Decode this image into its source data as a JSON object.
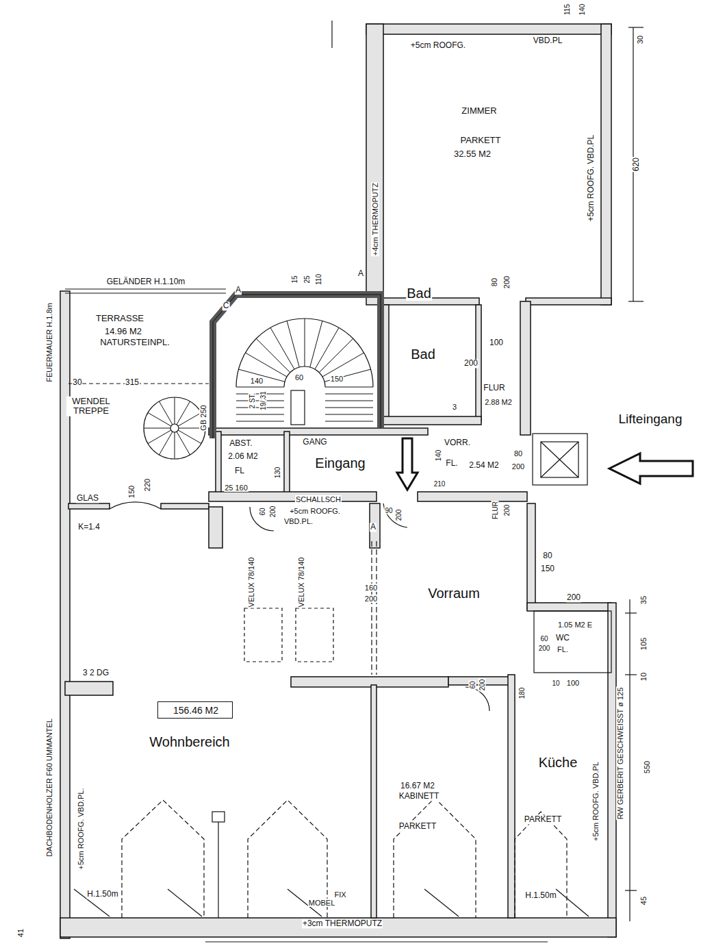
{
  "diagram": {
    "nodes": [
      {
        "text": [
          "ZIMMER",
          "PARKETT",
          "32.55 M2"
        ]
      },
      {
        "text": [
          "Bad",
          "Bad"
        ]
      },
      {
        "text": [
          "FLUR",
          "2.88 M2"
        ]
      },
      {
        "text": [
          "TERRASSE",
          "14.96 M2",
          "NATURSTEINPL."
        ]
      },
      {
        "text": [
          "WENDEL TREPPE"
        ]
      },
      {
        "text": [
          "ABST.",
          "2.06 M2",
          "FL"
        ]
      },
      {
        "text": [
          "GANG",
          "Eingang"
        ]
      },
      {
        "text": [
          "VORR.",
          "FL.",
          "2.54 M2"
        ]
      },
      {
        "text": [
          "Vorraum"
        ]
      },
      {
        "text": [
          "1.05 M2 E",
          "WC",
          "FL."
        ]
      },
      {
        "text": [
          "Wohnbereich"
        ]
      },
      {
        "text": [
          "156.46 M2"
        ],
        "in": 10
      },
      {
        "text": [
          "16.67 M2",
          "KABINETT",
          "PARKETT"
        ]
      },
      {
        "text": [
          "Küche",
          "PARKETT"
        ]
      }
    ],
    "labels": [
      "115",
      "140",
      "+5cm ROOFG.",
      "VBD.PL",
      "30",
      "620",
      "+5cm ROOFG. VBD.PL",
      "+4cm THERMOPUTZ",
      "GELÄNDER H.1.10m",
      "FEUERMAUER H.1.8m",
      "15",
      "25",
      "110",
      "A",
      "C",
      "A",
      "80",
      "200",
      "100",
      "200",
      "3",
      "30",
      "315",
      "140",
      "60",
      "150",
      "2 ST.",
      "19/.31",
      "GB 250",
      "130",
      "25 160",
      "140",
      "210",
      "80",
      "200",
      "Lifteingang",
      "150",
      "220",
      "GLAS",
      "K=1.4",
      "SCHALLSCH",
      "+5cm ROOFG.",
      "VBD.PL.",
      "60",
      "200",
      "90",
      "200",
      "FLUR",
      "200",
      "A",
      "VELUX 78/140",
      "VELUX 78/140",
      "160",
      "200",
      "80",
      "150",
      "200",
      "35",
      "105",
      "10",
      "60",
      "200",
      "60",
      "200",
      "10",
      "100",
      "180",
      "3 2 DG",
      "+5cm ROOFG. VBD.PL.",
      "DACHBODENHOLZER F60 UMMANTEL",
      "+5cm ROOFG. VBD.PL",
      "RW GERBERIT GESCHWEISST ø 125",
      "550",
      "45",
      "H.1.50m",
      "H.1.50m",
      "FIX",
      "MOBEL",
      "+3cm THERMOPUTZ",
      "41"
    ]
  }
}
